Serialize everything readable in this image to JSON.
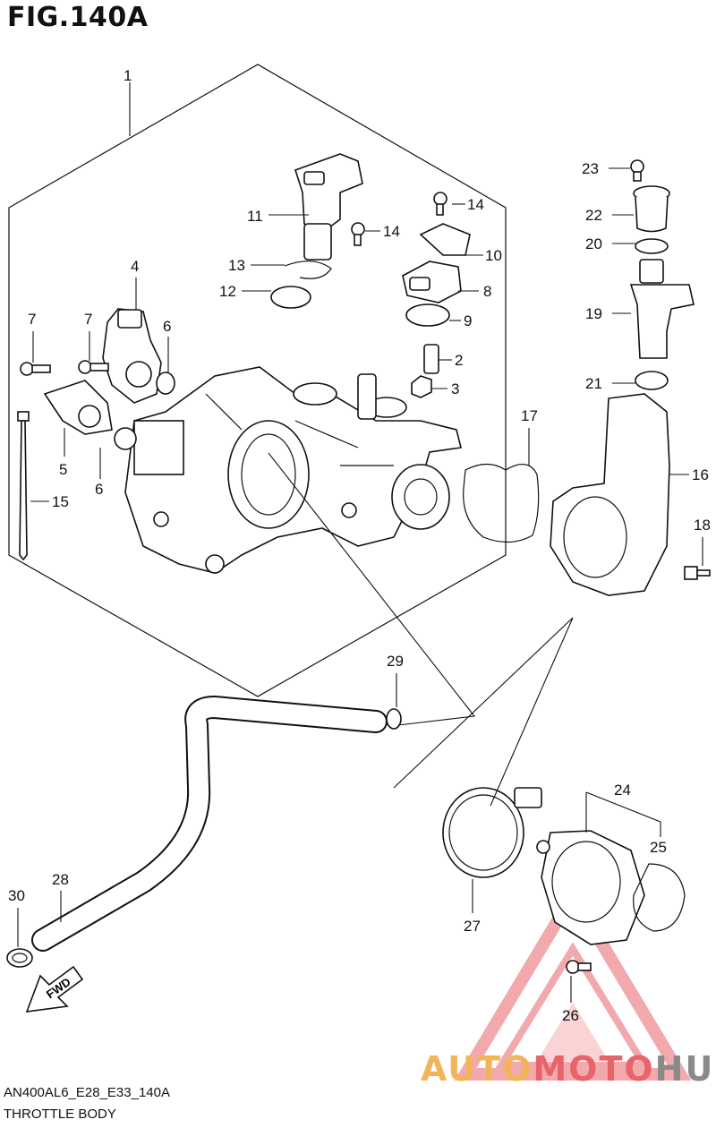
{
  "figure": {
    "title": "FIG.140A",
    "code": "AN400AL6_E28_E33_140A",
    "name": "THROTTLE BODY"
  },
  "labels": {
    "p1": "1",
    "p2": "2",
    "p3": "3",
    "p4": "4",
    "p5": "5",
    "p6a": "6",
    "p6b": "6",
    "p7a": "7",
    "p7b": "7",
    "p8": "8",
    "p9": "9",
    "p10": "10",
    "p11": "11",
    "p12": "12",
    "p13": "13",
    "p14a": "14",
    "p14b": "14",
    "p15": "15",
    "p16": "16",
    "p17": "17",
    "p18": "18",
    "p19": "19",
    "p20": "20",
    "p21": "21",
    "p22": "22",
    "p23": "23",
    "p24": "24",
    "p25": "25",
    "p26": "26",
    "p27": "27",
    "p28": "28",
    "p29": "29",
    "p30": "30"
  },
  "fwd_label": "FWD",
  "watermark": {
    "part1": "AUTO",
    "part2": "MOTO",
    "part3": "HUB",
    "color_auto": "#f2b45a",
    "color_moto": "#e7646b",
    "color_hub": "#8a8a8a"
  }
}
